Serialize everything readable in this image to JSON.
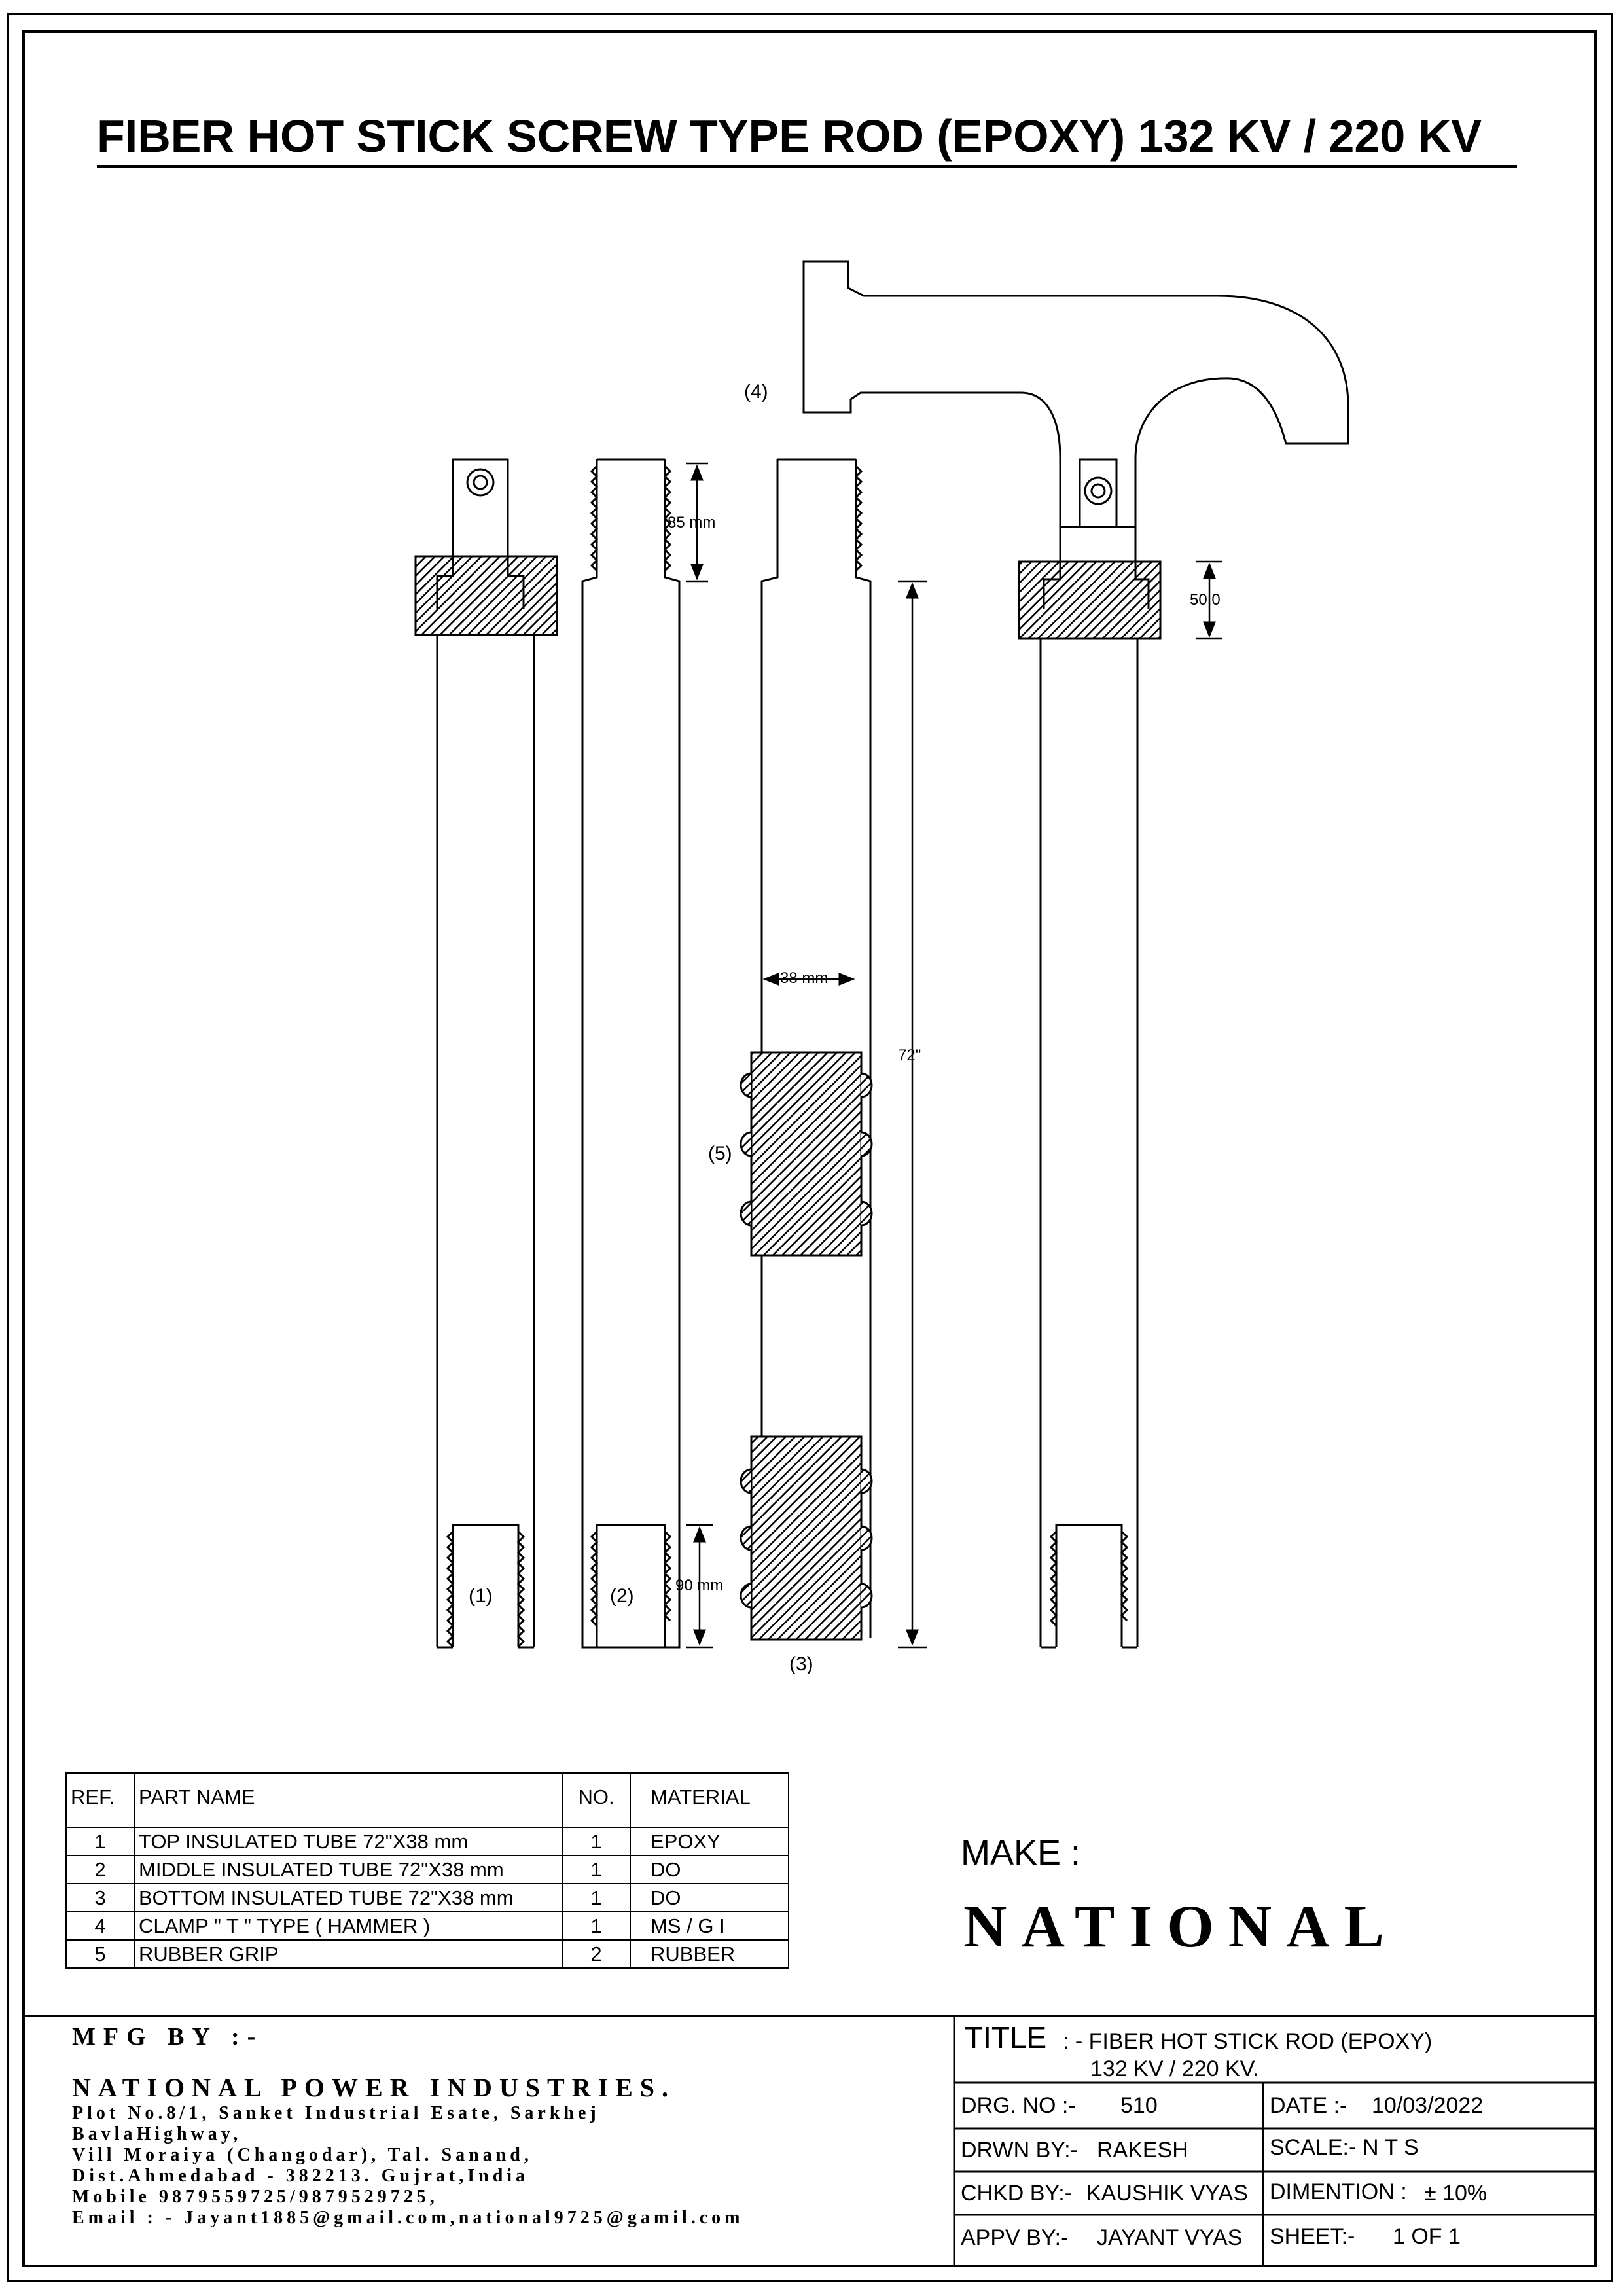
{
  "title": "FIBER HOT STICK SCREW TYPE ROD (EPOXY) 132 KV / 220 KV",
  "drawing": {
    "labels": {
      "p1": "(1)",
      "p2": "(2)",
      "p3": "(3)",
      "p4": "(4)",
      "p5": "(5)"
    },
    "dims": {
      "top_thread": "85 mm",
      "clamp_block": "50.0",
      "diameter": "38 mm",
      "length": "72\"",
      "bottom_thread": "90 mm"
    }
  },
  "parts_table": {
    "headers": {
      "ref": "REF.",
      "name": "PART NAME",
      "no": "NO.",
      "material": "MATERIAL"
    },
    "rows": [
      {
        "ref": "1",
        "name": "TOP INSULATED TUBE 72\"X38 mm",
        "no": "1",
        "material": "EPOXY"
      },
      {
        "ref": "2",
        "name": "MIDDLE INSULATED TUBE 72\"X38 mm",
        "no": "1",
        "material": "DO"
      },
      {
        "ref": "3",
        "name": "BOTTOM INSULATED TUBE 72\"X38 mm",
        "no": "1",
        "material": "DO"
      },
      {
        "ref": "4",
        "name": "CLAMP \" T \" TYPE ( HAMMER )",
        "no": "1",
        "material": "MS / G I"
      },
      {
        "ref": "5",
        "name": "RUBBER GRIP",
        "no": "2",
        "material": "RUBBER"
      }
    ]
  },
  "make": {
    "label": "MAKE :",
    "brand": "NATIONAL"
  },
  "mfg": {
    "heading": "MFG BY :-",
    "company": "NATIONAL POWER INDUSTRIES.",
    "lines": [
      "Plot No.8/1, Sanket Industrial Esate, Sarkhej",
      "BavlaHighway,",
      "Vill Moraiya (Changodar), Tal. Sanand,",
      "Dist.Ahmedabad - 382213. Gujrat,India",
      "Mobile 9879559725/9879529725,",
      "Email : - Jayant1885@gmail.com,national9725@gamil.com"
    ]
  },
  "title_block": {
    "title_label": "TITLE",
    "title_text": ": - FIBER HOT STICK ROD (EPOXY)",
    "title_text2": "132 KV / 220 KV.",
    "drg_no_label": "DRG. NO :-",
    "drg_no": "510",
    "date_label": "DATE :-",
    "date": "10/03/2022",
    "drawn_label": "DRWN BY:-",
    "drawn": "RAKESH",
    "scale_label": "SCALE:-",
    "scale": "N T S",
    "checked_label": "CHKD BY:-",
    "checked": "KAUSHIK VYAS",
    "dimention_label": "DIMENTION :",
    "dimention": "± 10%",
    "approved_label": "APPV BY:-",
    "approved": "JAYANT VYAS",
    "sheet_label": "SHEET:-",
    "sheet": "1 OF 1"
  }
}
